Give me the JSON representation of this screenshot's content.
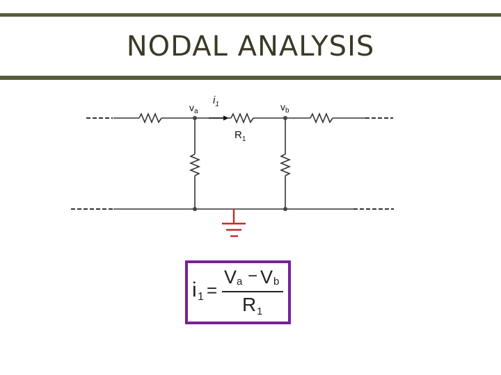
{
  "slide": {
    "title": "NODAL ANALYSIS",
    "colors": {
      "rule": "#5b5a3c",
      "formula_border": "#7a1f9c"
    }
  },
  "circuit": {
    "node_a": {
      "main": "v",
      "sub": "a"
    },
    "node_b": {
      "main": "v",
      "sub": "b"
    },
    "current": {
      "main": "i",
      "sub": "1"
    },
    "resistor": {
      "main": "R",
      "sub": "1"
    }
  },
  "formula": {
    "lhs_main": "i",
    "lhs_sub": "1",
    "equals": "=",
    "num_a_main": "V",
    "num_a_sub": "a",
    "minus": "−",
    "num_b_main": "V",
    "num_b_sub": "b",
    "den_main": "R",
    "den_sub": "1"
  }
}
